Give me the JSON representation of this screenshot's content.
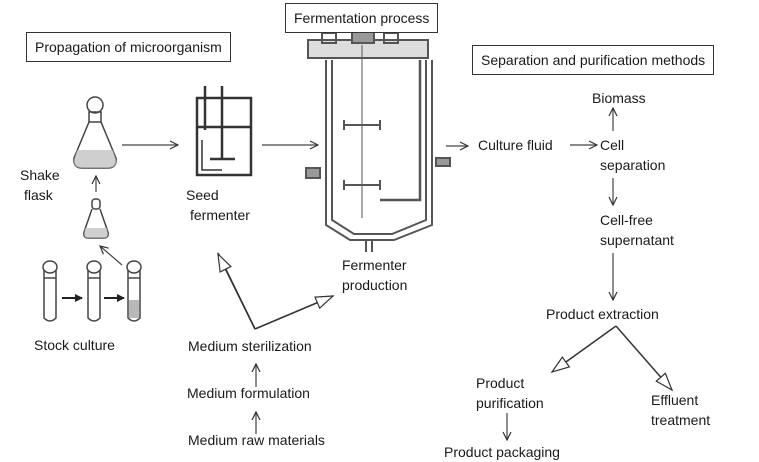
{
  "sections": {
    "propagation": "Propagation of microorganism",
    "fermentation": "Fermentation process",
    "separation": "Separation and purification methods"
  },
  "labels": {
    "shake_flask": [
      "Shake",
      "flask"
    ],
    "seed_fermenter": [
      "Seed",
      "fermenter"
    ],
    "stock_culture": "Stock culture",
    "fermenter_production": [
      "Fermenter",
      "production"
    ],
    "medium_sterilization": "Medium sterilization",
    "medium_formulation": "Medium formulation",
    "medium_raw_materials": "Medium raw materials",
    "culture_fluid": "Culture fluid",
    "biomass": "Biomass",
    "cell_separation": [
      "Cell",
      "separation"
    ],
    "cell_free_supernatant": [
      "Cell-free",
      "supernatant"
    ],
    "product_extraction": "Product extraction",
    "product_purification": [
      "Product",
      "purification"
    ],
    "effluent_treatment": [
      "Effluent",
      "treatment"
    ],
    "product_packaging": "Product packaging"
  }
}
